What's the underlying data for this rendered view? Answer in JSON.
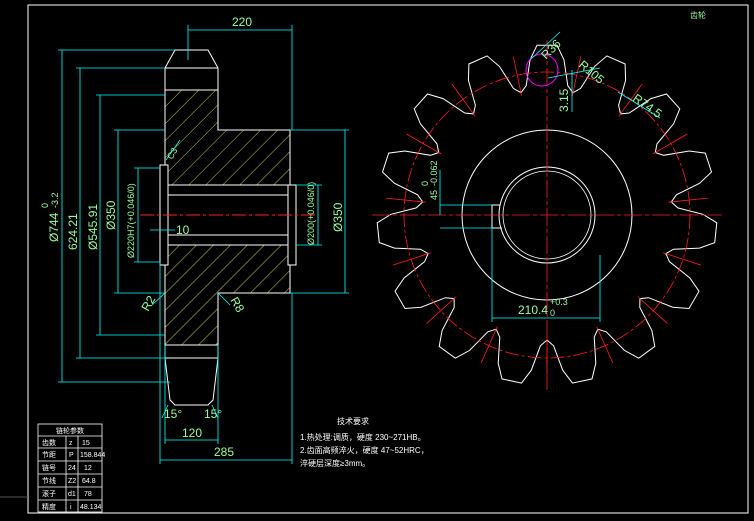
{
  "drawing": {
    "title_mark": "齿轮",
    "palette": {
      "background": "#000000",
      "outline": "#ffffff",
      "dimension": "#00ffff",
      "dim_text": "#9cff9c",
      "center": "#ff2020",
      "hatch": "#ffff66",
      "highlight": "#ff00ff"
    }
  },
  "section_view": {
    "dims": {
      "width_top": "220",
      "width_bottom": "285",
      "hub_width": "120",
      "bore_h7": "Ø220H7(+0.046/0)",
      "d_350_left": "Ø350",
      "d_545": "Ø545.91",
      "d_624": "624.21",
      "d_744": "Ø744",
      "d_744_tol_up": "0",
      "d_744_tol_dn": "-3.2",
      "d_200": "Ø200(+0.046/0)",
      "d_350_right": "Ø350",
      "ten": "10",
      "r2": "R2",
      "r8": "R8",
      "ch45": "C3",
      "angle_left": "15°",
      "angle_right": "15°"
    }
  },
  "front_view": {
    "teeth": 15,
    "dims": {
      "r36": "R36",
      "r105": "R105",
      "r74": "R74.5",
      "d315": "3.15",
      "key_width": "45",
      "key_tol_up": "0",
      "key_tol_dn": "-0.062",
      "keyway_depth": "210.4",
      "keyway_tol_up": "+0.3",
      "keyway_tol_dn": "0"
    }
  },
  "tech_requirements": {
    "title": "技术要求",
    "lines": [
      "1.热处理:调质，硬度 230~271HB。",
      "2.齿面高频淬火，硬度 47~52HRC，",
      "  淬硬层深度≥3mm。"
    ]
  },
  "param_table": {
    "title": "链轮参数",
    "rows": [
      [
        "齿数",
        "z",
        "15"
      ],
      [
        "节距",
        "P",
        "158.844"
      ],
      [
        "链号",
        "24",
        "12"
      ],
      [
        "节线",
        "Z2",
        "64.8"
      ],
      [
        "滚子",
        "d1",
        "78"
      ],
      [
        "精度",
        "i",
        "48.134"
      ]
    ]
  }
}
